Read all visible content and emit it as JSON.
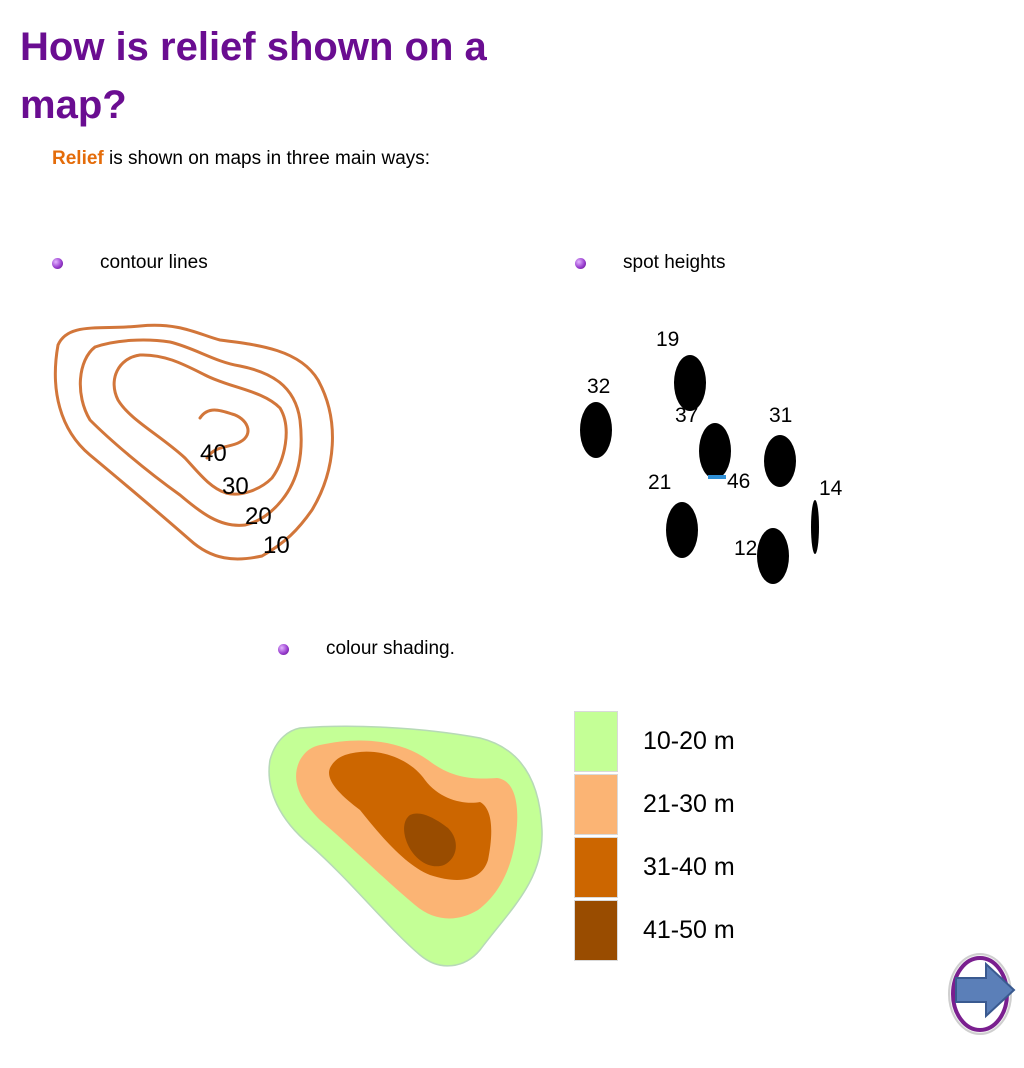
{
  "title": "How is relief shown on a map?",
  "intro": {
    "keyword": "Relief",
    "rest": " is shown on maps in three main ways:"
  },
  "bullets": {
    "contour": "contour lines",
    "spot": "spot heights",
    "shading": "colour shading."
  },
  "contour_labels": [
    "40",
    "30",
    "20",
    "10"
  ],
  "spot_heights": [
    "19",
    "32",
    "37",
    "31",
    "21",
    "46",
    "14",
    "12"
  ],
  "legend": [
    {
      "label": "10-20 m",
      "color": "#c4ff96"
    },
    {
      "label": "21-30 m",
      "color": "#fbb474"
    },
    {
      "label": "31-40 m",
      "color": "#cc6600"
    },
    {
      "label": "41-50 m",
      "color": "#994c00"
    }
  ],
  "colors": {
    "title": "#6a0d91",
    "keyword": "#e46c0a",
    "contour": "#d2763a",
    "next_button": "#5b7fb8"
  },
  "next_button": {
    "icon": "arrow-right-icon"
  }
}
